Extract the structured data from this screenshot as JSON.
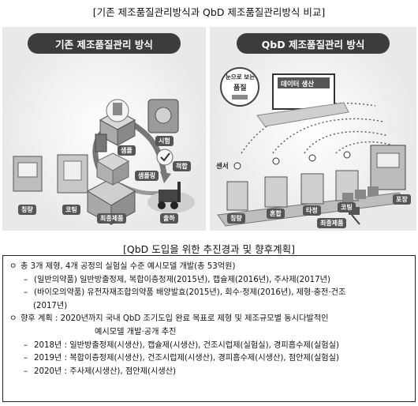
{
  "captions": {
    "comparison": "[기존 제조품질관리방식과 QbD 제조품질관리방식 비교]",
    "progress": "[QbD 도입을 위한 추진경과 및 향후계획]"
  },
  "left_panel": {
    "title": "기존 제조품질관리 방식",
    "labels": {
      "weighing": "칭량",
      "coating": "코팅",
      "sample": "샘플",
      "test": "시험",
      "sampling": "샘플링",
      "suitable": "적합",
      "final_product": "최종제품",
      "shipping": "출하"
    }
  },
  "right_panel": {
    "title": "QbD 제조품질관리 방식",
    "labels": {
      "visible_quality_line1": "눈으로 보는",
      "visible_quality_line2": "품질",
      "data_generation": "데이터 생산",
      "sensor": "센서",
      "weighing": "칭량",
      "mixing": "혼합",
      "tableting": "타정",
      "coating": "코팅",
      "packaging": "포장",
      "final_product": "최종제품"
    }
  },
  "summary": {
    "lines": [
      {
        "marker": "ㅇ",
        "text": "총 3개 제형, 4개 공정의 실험실 수준 예시모델 개발(총 53억원)"
      },
      {
        "marker": "–",
        "text": "(일반의약품) 일반방출정제, 복합이층정제(2015년), 캡슐제(2016년), 주사제(2017년)"
      },
      {
        "marker": "–",
        "text": "(바이오의약품) 유전자재조합의약품 배양발효(2015년), 회수·정제(2016년), 제형·충전·건조"
      },
      {
        "marker": "",
        "text": "(2017년)"
      },
      {
        "marker": "ㅇ",
        "text": "향후 계획 : 2020년까지 국내 QbD 조기도입 완료 목표로 제형 및 제조규모별 동시다발적인"
      },
      {
        "marker": "",
        "text": "예시모델 개발·공개 추진"
      },
      {
        "marker": "–",
        "text": "2018년 : 일반방출정제(시생산), 캡슐제(시생산), 건조시럽제(실험실), 경피흡수제(실험실)"
      },
      {
        "marker": "–",
        "text": "2019년 : 복합이층정제(시생산), 건조시럽제(시생산), 경피흡수제(시생산), 점안제(실험실)"
      },
      {
        "marker": "–",
        "text": "2020년 : 주사제(시생산), 점안제(시생산)"
      }
    ]
  }
}
